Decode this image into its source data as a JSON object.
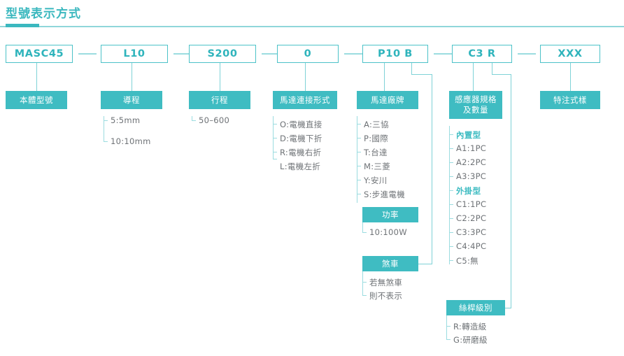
{
  "header": {
    "title": "型號表示方式"
  },
  "colors": {
    "accent": "#3FBCC2",
    "accent_dark": "#2FB4BC",
    "line": "#7FD2D7",
    "line_light": "#9BDCE0",
    "text": "#6E7276",
    "plate_text": "#FFFFFF",
    "background": "#FFFFFF"
  },
  "separators": [
    "—",
    "—",
    "—",
    "—",
    "—",
    "—",
    "—"
  ],
  "columns": [
    {
      "id": "body-model",
      "code": "MASC45",
      "plate": "本體型號",
      "options": []
    },
    {
      "id": "lead",
      "code": "L10",
      "plate": "導程",
      "options": [
        "5:5mm",
        "10:10mm"
      ]
    },
    {
      "id": "stroke",
      "code": "S200",
      "plate": "行程",
      "options": [
        "50–600"
      ]
    },
    {
      "id": "motor-connection",
      "code": "0",
      "plate": "馬達連接形式",
      "options": [
        "O:電機直接",
        "D:電機下折",
        "R:電機右折",
        "L:電機左折"
      ]
    },
    {
      "id": "motor-brand",
      "code": "P10 B",
      "plate": "馬達廠牌",
      "options": [
        "A:三協",
        "P:國際",
        "T:台達",
        "M:三菱",
        "Y:安川",
        "S:步進電機"
      ],
      "sub_sections": [
        {
          "id": "power",
          "plate": "功率",
          "options": [
            "10:100W"
          ]
        },
        {
          "id": "brake",
          "plate": "煞車",
          "options": [
            "若無煞車",
            "則不表示"
          ]
        }
      ]
    },
    {
      "id": "sensor",
      "code": "C3 R",
      "plate": "感應器規格\n及數量",
      "plate_line1": "感應器規格",
      "plate_line2": "及數量",
      "options": [
        {
          "label": "內置型",
          "accent": true
        },
        {
          "label": "A1:1PC",
          "accent": false
        },
        {
          "label": "A2:2PC",
          "accent": false
        },
        {
          "label": "A3:3PC",
          "accent": false
        },
        {
          "label": "外掛型",
          "accent": true
        },
        {
          "label": "C1:1PC",
          "accent": false
        },
        {
          "label": "C2:2PC",
          "accent": false
        },
        {
          "label": "C3:3PC",
          "accent": false
        },
        {
          "label": "C4:4PC",
          "accent": false
        },
        {
          "label": "C5:無",
          "accent": false
        }
      ],
      "sub_sections": [
        {
          "id": "screw-grade",
          "plate": "絲桿級別",
          "options": [
            "R:轉造級",
            "G:研磨級"
          ]
        }
      ]
    },
    {
      "id": "special",
      "code": "XXX",
      "plate": "特注式樣",
      "options": []
    }
  ]
}
